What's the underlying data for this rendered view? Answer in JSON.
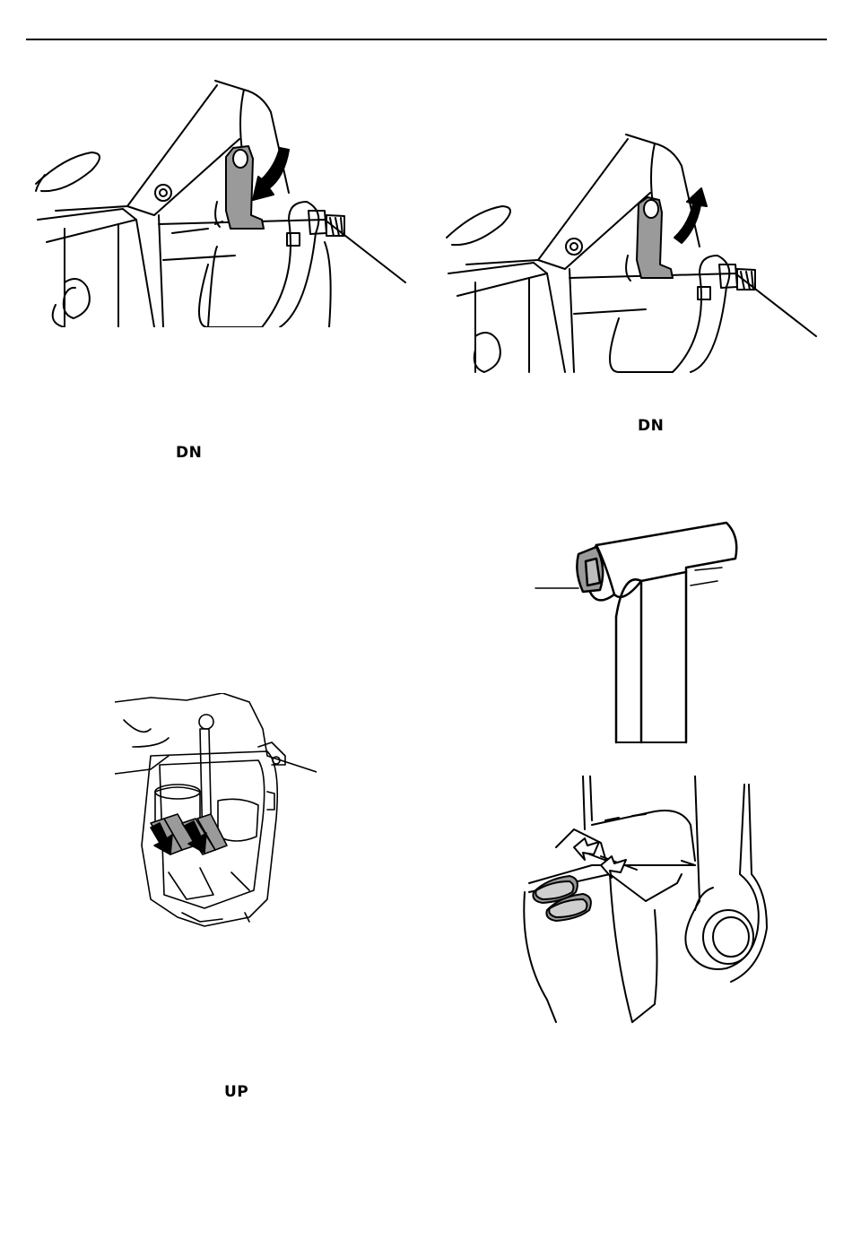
{
  "labels": {
    "top_right": "DN",
    "top_left": "DN",
    "bottom_left": "UP"
  },
  "figures": [
    {
      "name": "lever-down-figure",
      "icon": "arrow-down-icon"
    },
    {
      "name": "lever-up-figure",
      "icon": "arrow-up-icon"
    },
    {
      "name": "tilt-handle-figure",
      "icon": "t-handle-icon"
    },
    {
      "name": "twin-lever-figure",
      "icon": "arrow-down-icon"
    },
    {
      "name": "control-buttons-figure",
      "icon": "button-icon"
    }
  ],
  "colors": {
    "line": "#000000",
    "fill_gray": "#9a9a9a",
    "paper": "#ffffff"
  }
}
